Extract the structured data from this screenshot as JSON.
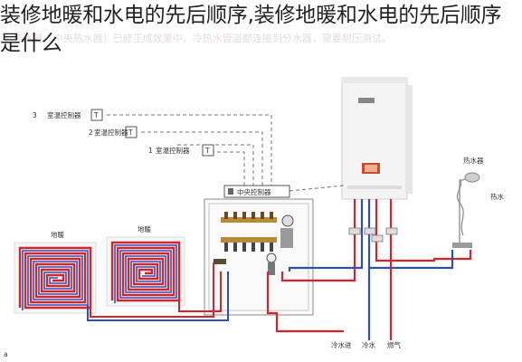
{
  "title": "装修地暖和水电的先后顺序,装修地暖和水电的先后顺序是什么",
  "watermark": "注:热水器（中央热水器）已修正成效果中，冷热水管道都连接到分水器，需要耐压测试。",
  "labels": {
    "thermostat_3": "室温控制器",
    "thermostat_2": "室温控制器",
    "thermostat_1": "室温控制器",
    "num_3": "3",
    "num_2": "2",
    "num_1": "1",
    "controller": "中央控制器",
    "coil_left": "地暖",
    "coil_right": "地暖",
    "shower": "热水器",
    "hot_water": "热水",
    "cold_water": "冷水",
    "gas_inlet": "燃气",
    "cold_inlet": "冷水进",
    "bottom_mark": "a"
  },
  "colors": {
    "hot": "#d8232a",
    "cold": "#2f4fb5",
    "dashed": "#777777",
    "boiler": "#f3f3f3",
    "display": "#c0392b"
  }
}
